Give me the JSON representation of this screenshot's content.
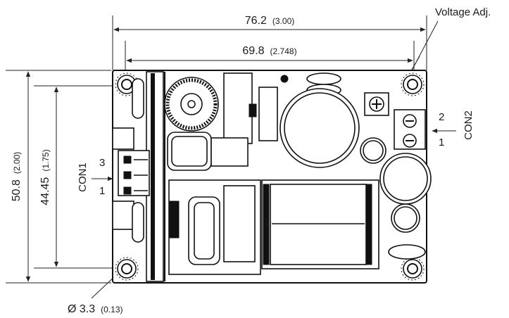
{
  "dimensions": {
    "overall_length": {
      "value": "76.2",
      "inches": "(3.00)"
    },
    "hole_spacing_x": {
      "value": "69.8",
      "inches": "(2.748)"
    },
    "overall_width": {
      "value": "50.8",
      "inches": "(2.00)"
    },
    "hole_spacing_y": {
      "value": "44.45",
      "inches": "(1.75)"
    },
    "hole_diameter": {
      "value": "Ø 3.3",
      "inches": "(0.13)"
    }
  },
  "connectors": {
    "con1": {
      "label": "CON1",
      "pin_top": "3",
      "pin_bottom": "1"
    },
    "con2": {
      "label": "CON2",
      "pin_top": "2",
      "pin_bottom": "1"
    }
  },
  "callouts": {
    "voltage_adj": "Voltage Adj."
  }
}
